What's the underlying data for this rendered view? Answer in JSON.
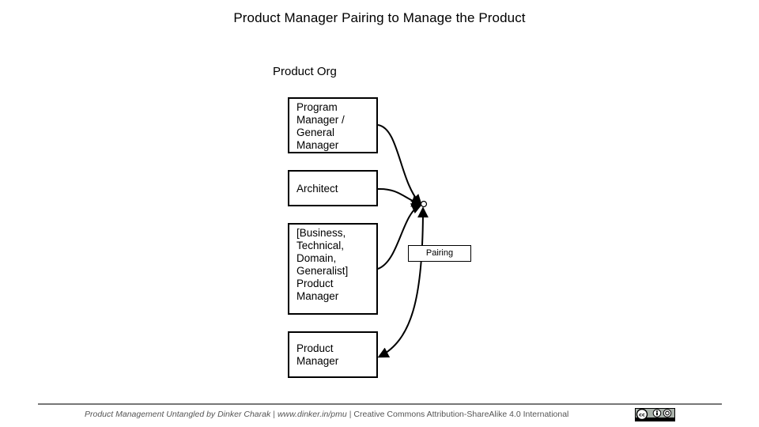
{
  "title": "Product Manager Pairing to Manage the Product",
  "org_label": "Product Org",
  "boxes": {
    "program_manager": "Program\nManager /\nGeneral\nManager",
    "architect": "Architect",
    "business_pm": "[Business,\nTechnical,\nDomain,\nGeneralist]\nProduct\nManager",
    "product_manager": "Product\nManager"
  },
  "pairing_label": "Pairing",
  "footer": {
    "book": "Product Management Untangled by Dinker Charak",
    "url": "www.dinker.in/pmu",
    "license": "Creative Commons Attribution-ShareAlike 4.0 International",
    "sep": "|"
  },
  "license_badge": {
    "icons": [
      "cc-icon",
      "by-icon",
      "sa-icon"
    ]
  }
}
